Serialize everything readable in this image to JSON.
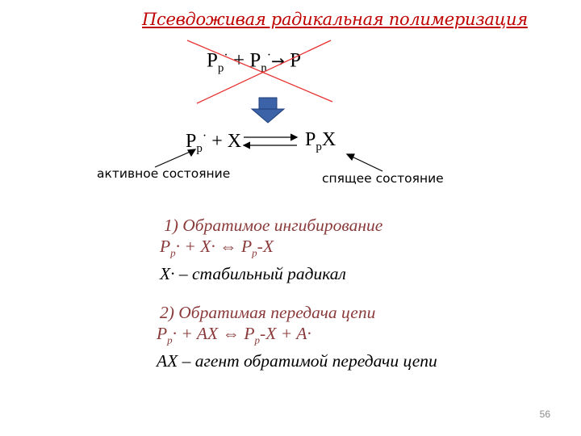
{
  "title": "Псевдоживая радикальная полимеризация",
  "crossed_equation": {
    "p1": "P",
    "s1": "p",
    "dot1": "·",
    "plus": " + ",
    "p2": "P",
    "s2": "n",
    "dot2": "·",
    "arrow": "→",
    "product": " P"
  },
  "equilibrium": {
    "left": {
      "p": "P",
      "s": "p",
      "dot": "·",
      "rest": " + X"
    },
    "right": {
      "p": "P",
      "s": "p",
      "rest": "X"
    },
    "label_active": "активное состояние",
    "label_dormant": "спящее состояние"
  },
  "item1": {
    "heading": "1) Обратимое ингибирование",
    "line_a": "P",
    "line_a_sub": "p",
    "line_a_rest": "· + X·  ⇔ P",
    "line_a_sub2": "p",
    "line_a_end": "-X",
    "line_b": "X· – стабильный радикал"
  },
  "item2": {
    "heading": "2) Обратимая передача цепи",
    "line_a": "P",
    "line_a_sub": "p",
    "line_a_rest": "· + AX ⇔ P",
    "line_a_sub2": "p",
    "line_a_end": "-X + A·",
    "line_b": "AX – агент обратимой передачи цепи"
  },
  "page_number": "56",
  "colors": {
    "title": "#c00000",
    "list_red": "#8b3a3a",
    "cross": "#e83030",
    "down_arrow": "#3c62a8",
    "down_arrow_dark": "#1f3f78"
  }
}
